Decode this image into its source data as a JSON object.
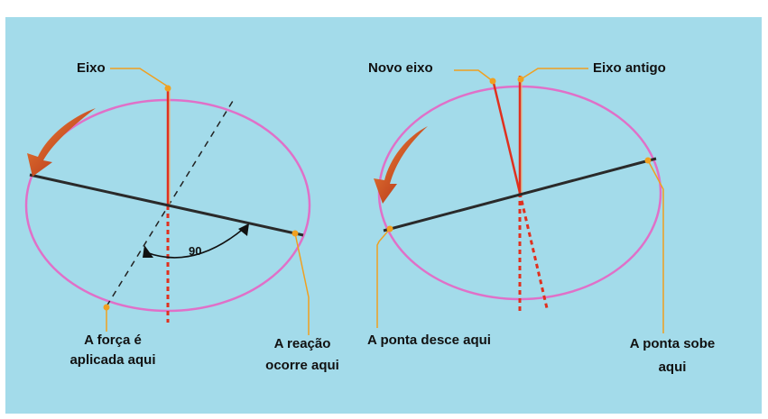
{
  "colors": {
    "background": "#a3dbea",
    "ellipse": "#e070c8",
    "axis": "#e0301e",
    "leader": "#f0a020",
    "rod": "#2a2a2a",
    "arrow": "#c0301a"
  },
  "left_diagram": {
    "axis_label": "Eixo",
    "force_label_line1": "A força é",
    "force_label_line2": "aplicada aqui",
    "reaction_label_line1": "A reação",
    "reaction_label_line2": "ocorre aqui",
    "angle_label": "90"
  },
  "right_diagram": {
    "new_axis_label": "Novo eixo",
    "old_axis_label": "Eixo antigo",
    "tip_down_label": "A ponta desce aqui",
    "tip_up_label_line1": "A ponta sobe",
    "tip_up_label_line2": "aqui"
  }
}
